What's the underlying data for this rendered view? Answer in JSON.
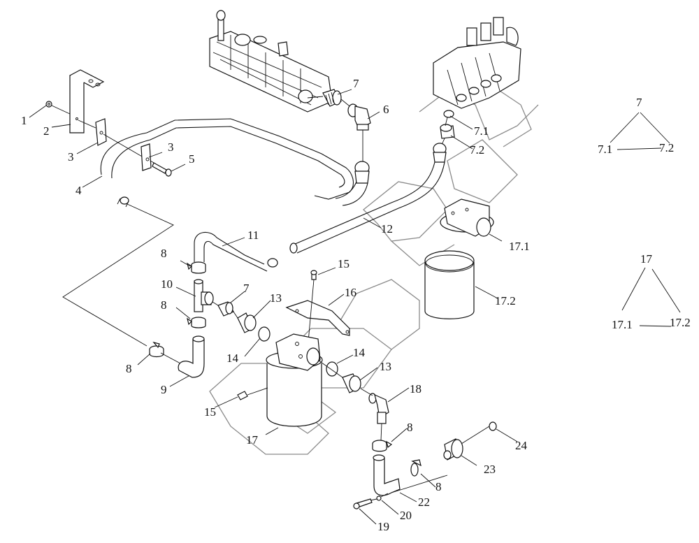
{
  "diagram": {
    "type": "exploded-parts-diagram",
    "subject": "hydraulic valve and filter piping assembly",
    "watermark": "CMMBOT (stylized outline letters)"
  },
  "callouts": [
    {
      "id": "c1",
      "text": "1"
    },
    {
      "id": "c2",
      "text": "2"
    },
    {
      "id": "c3a",
      "text": "3"
    },
    {
      "id": "c3b",
      "text": "3"
    },
    {
      "id": "c4",
      "text": "4"
    },
    {
      "id": "c5",
      "text": "5"
    },
    {
      "id": "c6",
      "text": "6"
    },
    {
      "id": "c7a",
      "text": "7"
    },
    {
      "id": "c7_1",
      "text": "7.1"
    },
    {
      "id": "c7_2",
      "text": "7.2"
    },
    {
      "id": "c8a",
      "text": "8"
    },
    {
      "id": "c8b",
      "text": "8"
    },
    {
      "id": "c8c",
      "text": "8"
    },
    {
      "id": "c8d",
      "text": "8"
    },
    {
      "id": "c8e",
      "text": "8"
    },
    {
      "id": "c9",
      "text": "9"
    },
    {
      "id": "c10",
      "text": "10"
    },
    {
      "id": "c11",
      "text": "11"
    },
    {
      "id": "c12",
      "text": "12"
    },
    {
      "id": "c7b",
      "text": "7"
    },
    {
      "id": "c13a",
      "text": "13"
    },
    {
      "id": "c13b",
      "text": "13"
    },
    {
      "id": "c14a",
      "text": "14"
    },
    {
      "id": "c14b",
      "text": "14"
    },
    {
      "id": "c15a",
      "text": "15"
    },
    {
      "id": "c15b",
      "text": "15"
    },
    {
      "id": "c16",
      "text": "16"
    },
    {
      "id": "c17",
      "text": "17"
    },
    {
      "id": "c17_1",
      "text": "17.1"
    },
    {
      "id": "c17_2",
      "text": "17.2"
    },
    {
      "id": "c18",
      "text": "18"
    },
    {
      "id": "c19",
      "text": "19"
    },
    {
      "id": "c20",
      "text": "20"
    },
    {
      "id": "c22",
      "text": "22"
    },
    {
      "id": "c23",
      "text": "23"
    },
    {
      "id": "c24",
      "text": "24"
    }
  ],
  "assembly_trees": [
    {
      "parent": "7",
      "children": [
        "7.1",
        "7.2"
      ]
    },
    {
      "parent": "17",
      "children": [
        "17.1",
        "17.2"
      ]
    }
  ]
}
